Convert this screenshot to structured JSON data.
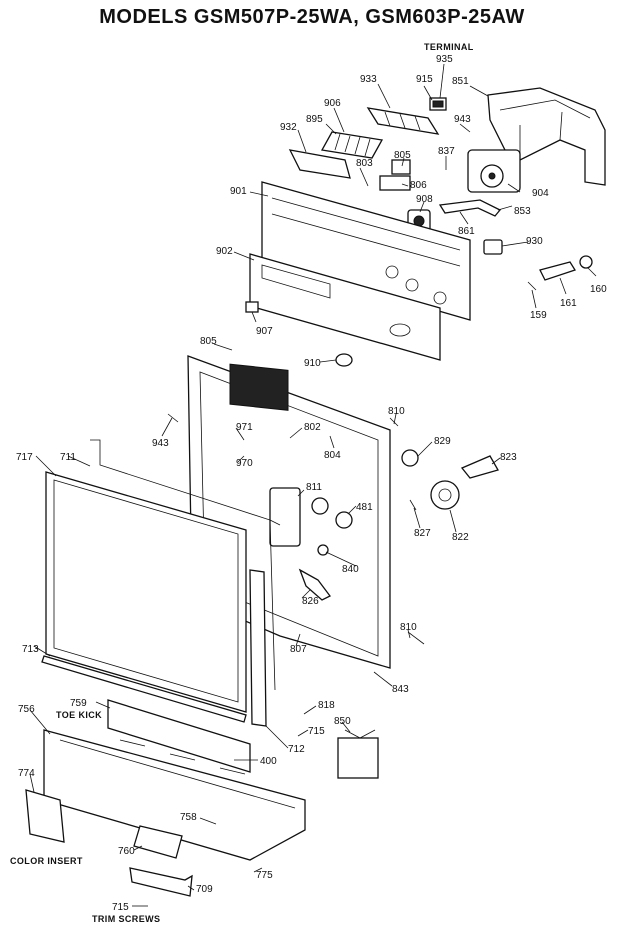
{
  "title": "MODELS GSM507P-25WA, GSM603P-25AW",
  "captions": {
    "terminal": "TERMINAL",
    "toe_kick": "TOE KICK",
    "color_insert": "COLOR INSERT",
    "trim_screws": "TRIM SCREWS"
  },
  "labels": {
    "p935": "935",
    "p933": "933",
    "p915": "915",
    "p851": "851",
    "p906": "906",
    "p895": "895",
    "p943a": "943",
    "p932": "932",
    "p837": "837",
    "p803": "803",
    "p805a": "805",
    "p806": "806",
    "p904": "904",
    "p901": "901",
    "p908": "908",
    "p853": "853",
    "p861": "861",
    "p930": "930",
    "p902": "902",
    "p160": "160",
    "p161": "161",
    "p159": "159",
    "p907": "907",
    "p805b": "805",
    "p910": "910",
    "p943b": "943",
    "p810a": "810",
    "p971": "971",
    "p802": "802",
    "p804": "804",
    "p829": "829",
    "p717": "717",
    "p711": "711",
    "p970": "970",
    "p823": "823",
    "p811": "811",
    "p481": "481",
    "p827": "827",
    "p822": "822",
    "p840": "840",
    "p826": "826",
    "p810b": "810",
    "p807": "807",
    "p713": "713",
    "p843": "843",
    "p818": "818",
    "p756": "756",
    "p759": "759",
    "p715a": "715",
    "p712": "712",
    "p850": "850",
    "p400": "400",
    "p774": "774",
    "p758": "758",
    "p760": "760",
    "p775": "775",
    "p709": "709",
    "p715b": "715"
  }
}
